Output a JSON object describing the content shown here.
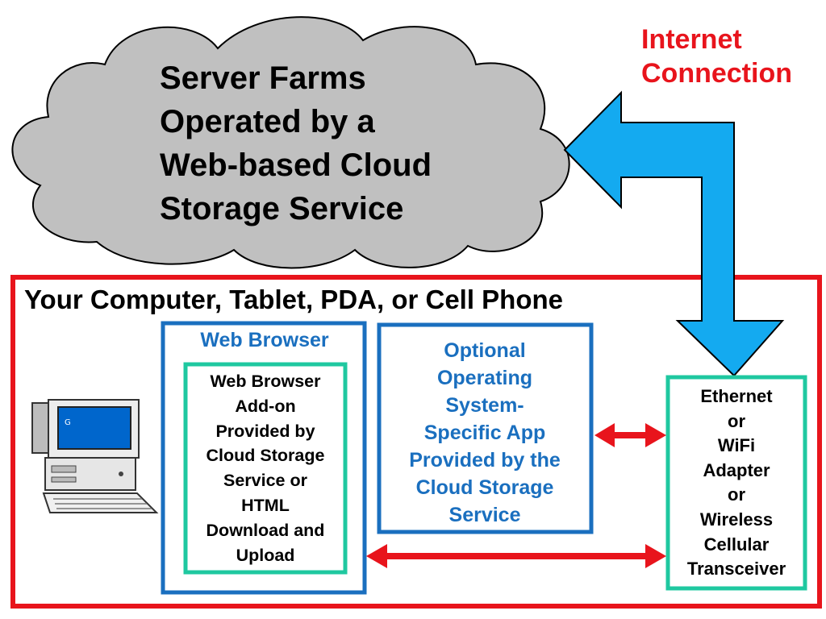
{
  "cloud": {
    "lines": [
      "Server Farms",
      "Operated by a",
      "Web-based Cloud",
      "Storage Service"
    ]
  },
  "internet": {
    "lines": [
      "Internet",
      "Connection"
    ]
  },
  "device": {
    "title": "Your Computer, Tablet, PDA, or Cell Phone"
  },
  "web_browser": {
    "title": "Web Browser",
    "addon_lines": [
      "Web Browser",
      "Add-on",
      "Provided by",
      "Cloud Storage",
      "Service or",
      "HTML",
      "Download and",
      "Upload"
    ]
  },
  "app": {
    "lines": [
      "Optional",
      "Operating",
      "System-",
      "Specific App",
      "Provided by the",
      "Cloud Storage",
      "Service"
    ]
  },
  "adapter": {
    "lines": [
      "Ethernet",
      "or",
      "WiFi",
      "Adapter",
      "or",
      "Wireless",
      "Cellular",
      "Transceiver"
    ]
  },
  "colors": {
    "red": "#e8141c",
    "blue_box": "#1a6fbf",
    "green_box": "#1fc8a0",
    "arrow_blue": "#14aaf0",
    "cloud_gray": "#c0c0c0"
  }
}
